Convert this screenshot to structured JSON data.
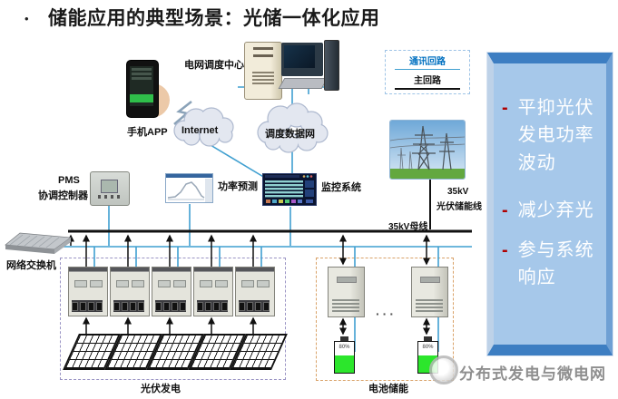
{
  "title": {
    "bullet": "•",
    "text": "储能应用的典型场景：光储一体化应用"
  },
  "legend": {
    "comm": "通讯回路",
    "main": "主回路"
  },
  "labels": {
    "phone_app": "手机APP",
    "dispatch_center": "电网调度中心",
    "internet": "Internet",
    "dispatch_data_net": "调度数据网",
    "pms_abbr": "PMS",
    "pms_name": "协调控制器",
    "power_forecast": "功率预测",
    "monitoring": "监控系统",
    "pv_line_kv": "35kV",
    "pv_line_name": "光伏储能线",
    "bus": "35kV母线",
    "switch": "网络交换机",
    "pv_area": "光伏发电",
    "battery_area": "电池储能",
    "battery_soc": "80%",
    "ellipsis": "···"
  },
  "sidebar": {
    "items": [
      {
        "marker": "-",
        "text": "平抑光伏发电功率波动"
      },
      {
        "marker": "-",
        "text": "减少弃光"
      },
      {
        "marker": "-",
        "text": "参与系统响应"
      }
    ]
  },
  "watermark": {
    "text": "分布式发电与微电网"
  },
  "colors": {
    "comm_line": "#3f9fd0",
    "main_line": "#111111",
    "legend_comm_text": "#0070c0",
    "sidebar_fill": "#a6c8ea",
    "sidebar_bevel": "#3d7ec2",
    "bullet_marker": "#b00000",
    "pv_box_border": "#9a94c4",
    "battery_box_border": "#d9a268",
    "battery_fill": "#2ce62c"
  }
}
